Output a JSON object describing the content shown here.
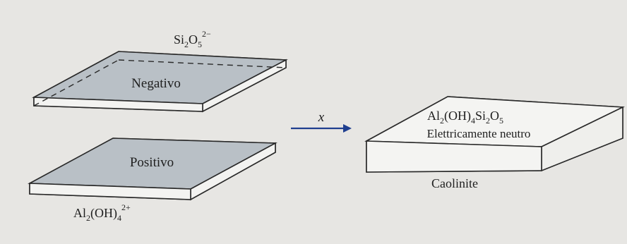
{
  "top_sheet": {
    "formula_main": "Si",
    "formula_sub1": "2",
    "formula_mid": "O",
    "formula_sub2": "5",
    "formula_sup": "2−",
    "charge_label": "Negativo"
  },
  "bottom_sheet": {
    "charge_label": "Positivo",
    "formula_a": "Al",
    "formula_sub1": "2",
    "formula_b": "(OH)",
    "formula_sub2": "4",
    "formula_sup": "2+"
  },
  "reaction": {
    "arrow_label": "x"
  },
  "product_sheet": {
    "formula_a": "Al",
    "formula_sub1": "2",
    "formula_b": "(OH)",
    "formula_sub2": "4",
    "formula_c": "Si",
    "formula_sub3": "2",
    "formula_d": "O",
    "formula_sub4": "5",
    "description": "Elettricamente neutro",
    "name": "Caolinite"
  },
  "colors": {
    "background": "#e7e6e3",
    "sheet_face": "#b9c0c6",
    "sheet_side": "#f3f3f1",
    "product_face": "#f4f4f2",
    "outline": "#2a2a2a",
    "arrow": "#1f3f8f"
  }
}
